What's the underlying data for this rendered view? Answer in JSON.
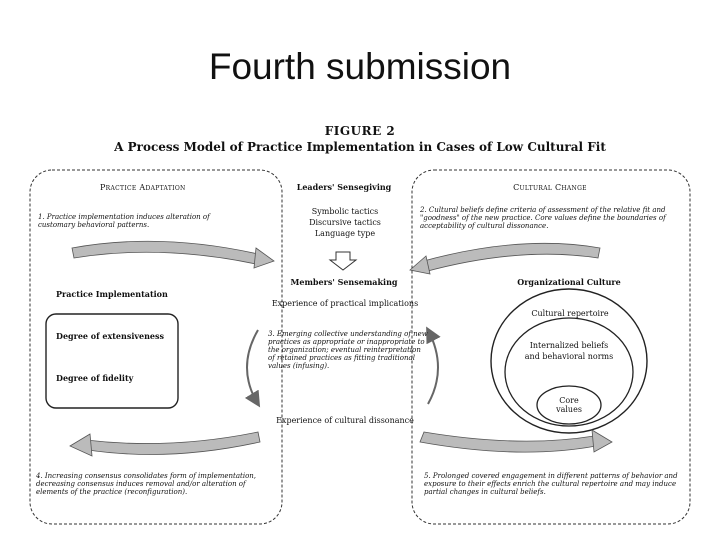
{
  "slide": {
    "title": "Fourth submission"
  },
  "figure": {
    "number": "FIGURE 2",
    "title": "A Process Model of Practice Implementation in Cases of Low Cultural Fit"
  },
  "left": {
    "heading": "Practice Adaptation",
    "note1": "1. Practice implementation induces alteration of customary behavioral patterns.",
    "box_title": "Practice Implementation",
    "item1": "Degree of extensiveness",
    "item2": "Degree of fidelity",
    "note4": "4. Increasing consensus consolidates form of implementation, decreasing consensus induces removal and/or alteration of elements of the practice (reconfiguration)."
  },
  "center": {
    "leaders_heading": "Leaders' Sensegiving",
    "tactics": [
      "Symbolic tactics",
      "Discursive tactics",
      "Language type"
    ],
    "members_heading": "Members' Sensemaking",
    "practical": "Experience of practical implications",
    "note3": "3. Emerging collective understanding of new practices as appropriate or inappropriate to the organization; eventual reinterpretation of retained practices as fitting traditional values (infusing).",
    "dissonance": "Experience of cultural dissonance"
  },
  "right": {
    "heading": "Cultural Change",
    "note2": "2. Cultural beliefs define criteria of assessment of the relative fit and \"goodness\" of the new practice. Core values define the boundaries of acceptability of cultural dissonance.",
    "culture_title": "Organizational Culture",
    "repertoire": "Cultural repertoire",
    "internalized": "Internalized beliefs and behavioral norms",
    "core": "Core values",
    "note5": "5. Prolonged covered engagement in different patterns of behavior and exposure to their effects enrich the cultural repertoire and may induce partial changes in cultural beliefs."
  }
}
